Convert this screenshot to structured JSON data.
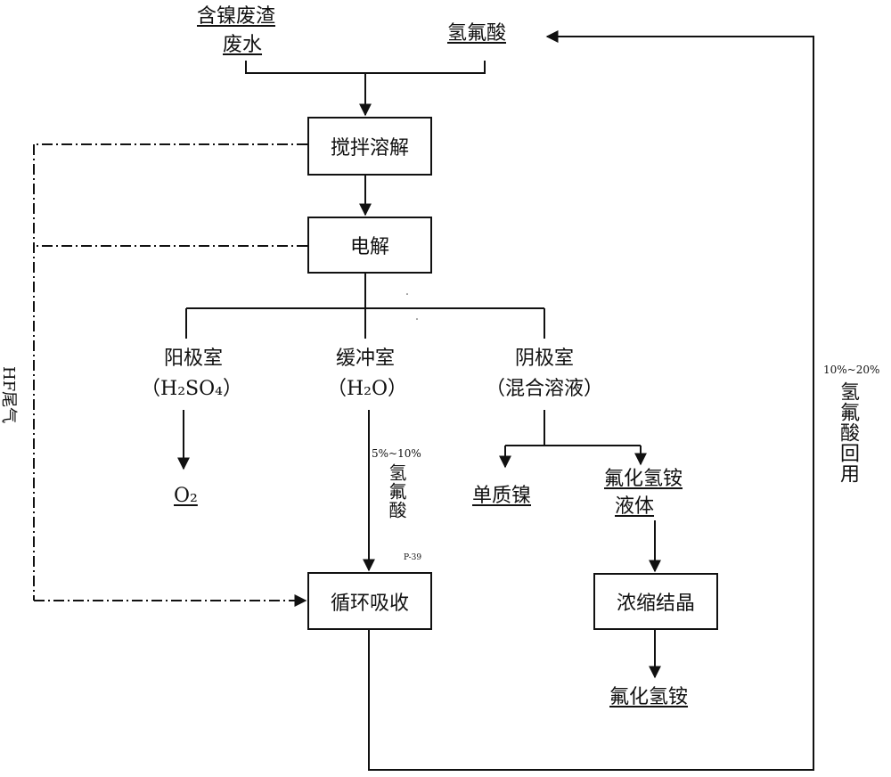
{
  "inputs": {
    "nickel_residue": "含镍废渣",
    "wastewater": "废水",
    "hydrofluoric_acid": "氢氟酸"
  },
  "steps": {
    "stir_dissolve": "搅拌溶解",
    "electrolysis": "电解",
    "circulation_absorption": "循环吸收",
    "concentration_crystallization": "浓缩结晶"
  },
  "chambers": {
    "anode": {
      "name": "阳极室",
      "content": "（H₂SO₄）"
    },
    "buffer": {
      "name": "缓冲室",
      "content": "（H₂O）"
    },
    "cathode": {
      "name": "阴极室",
      "content": "（混合溶液）"
    }
  },
  "outputs": {
    "oxygen": "O₂",
    "nickel": "单质镍",
    "ammonium_bifluoride_liquid_line1": "氟化氢铵",
    "ammonium_bifluoride_liquid_line2": "液体",
    "ammonium_bifluoride": "氟化氢铵"
  },
  "labels": {
    "buffer_acid_concentration": "5%~10%",
    "buffer_acid_name": "氢氟酸",
    "recycle_concentration": "10%~20%",
    "recycle_label": "氢氟酸回用",
    "hf_tail_gas": "HF尾气",
    "figure_code": "P-39"
  }
}
